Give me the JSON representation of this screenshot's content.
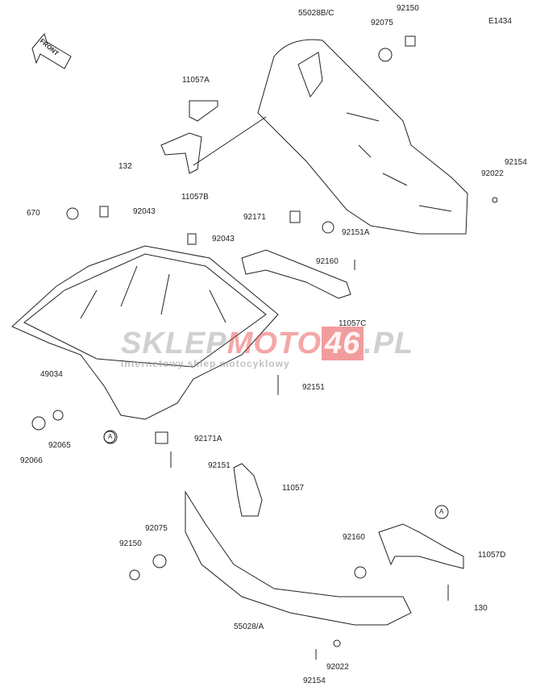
{
  "diagram_code": "E1434",
  "front_label": "FRONT",
  "watermark": {
    "part1": "SKLEP",
    "part2": "MOTO",
    "part3": "46",
    "part4": ".PL",
    "tagline": "internetowy sklep motocyklowy"
  },
  "labels": {
    "l55028bc": "55028B/C",
    "l92150a": "92150",
    "l92075a": "92075",
    "l11057a": "11057A",
    "l132": "132",
    "l11057b": "11057B",
    "l92154a": "92154",
    "l92022a": "92022",
    "l670": "670",
    "l92043a": "92043",
    "l92043b": "92043",
    "l92171": "92171",
    "l92151a": "92151A",
    "l92160a": "92160",
    "l11057c": "11057C",
    "l49034": "49034",
    "l92151b": "92151",
    "l92066": "92066",
    "l92065": "92065",
    "lA1": "A",
    "l92171a": "92171A",
    "l92151c": "92151",
    "l11057": "11057",
    "l92075b": "92075",
    "l92150b": "92150",
    "l92160b": "92160",
    "l11057d": "11057D",
    "lA2": "A",
    "l130": "130",
    "l55028a": "55028/A",
    "l92154b": "92154",
    "l92022b": "92022"
  }
}
